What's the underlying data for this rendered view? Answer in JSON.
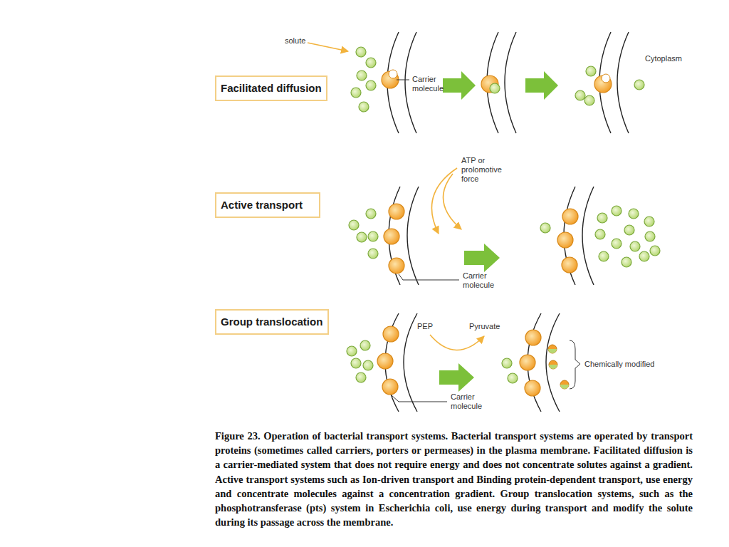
{
  "diagram": {
    "caption": "Figure 23. Operation of bacterial transport systems. Bacterial transport systems are operated by transport proteins (sometimes called carriers, porters or permeases) in the plasma membrane. Facilitated diffusion is a carrier-mediated system that does not require energy and does not concentrate solutes against a gradient. Active transport systems such as Ion-driven transport and Binding protein-dependent transport, use energy and concentrate molecules against a concentration gradient. Group translocation systems, such as the phosphotransferase (pts) system in Escherichia coli, use energy during transport and modify the solute during its passage across the membrane.",
    "nodes": [
      {
        "text": [
          "Facilitated diffusion"
        ]
      },
      {
        "text": [
          "Active transport"
        ]
      },
      {
        "text": [
          "Group translocation"
        ]
      }
    ],
    "labels": [
      "solute",
      "Carrier molecule",
      "Cytoplasm",
      "ATP or prolomotive force",
      "Carrier molecule",
      "PEP",
      "Pyruvate",
      "Chemically modified",
      "Carrier molecule"
    ]
  }
}
